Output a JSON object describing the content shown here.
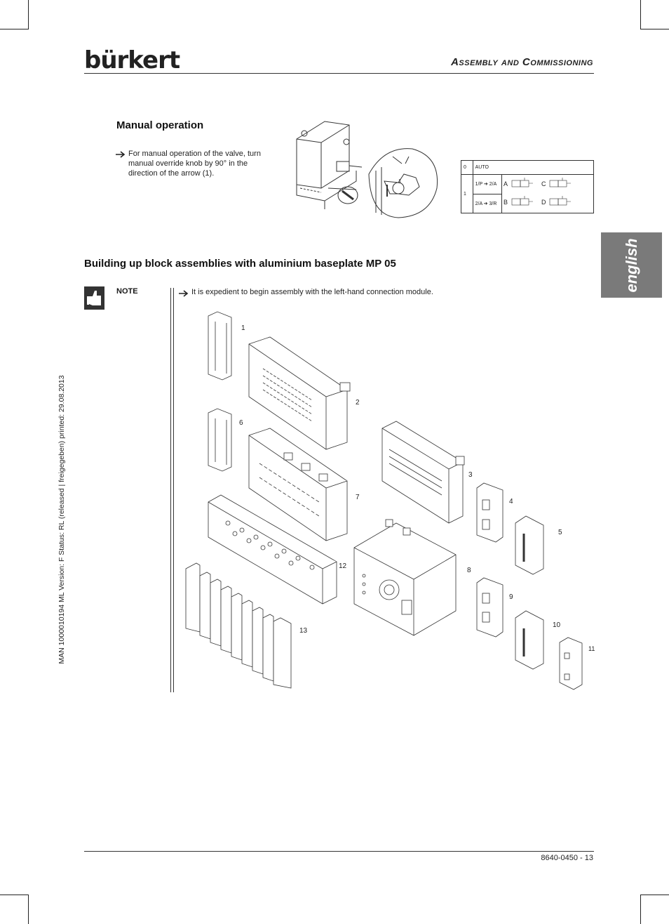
{
  "header": {
    "logo_text": "bürkert",
    "section_title": "Assembly and Commissioning"
  },
  "sidebar": {
    "language_tab": "english",
    "document_meta": "MAN  1000010194  ML  Version: F  Status: RL (released | freigegeben)  printed: 29.08.2013"
  },
  "manual_operation": {
    "heading": "Manual operation",
    "instruction_lines": [
      "For manual operation of the valve, turn",
      "manual override knob by 90° in the",
      "direction of the arrow (1)."
    ],
    "callout": "1",
    "table": {
      "row0": {
        "key": "0",
        "value": "AUTO"
      },
      "row1_key": "1",
      "row1a": {
        "flow": "1/P ➔  2/A"
      },
      "row1b": {
        "flow": "2/A ➔  3/R"
      },
      "variants": [
        "A",
        "C",
        "B",
        "D"
      ]
    }
  },
  "block_assembly": {
    "heading": "Building up block assemblies with aluminium baseplate MP 05",
    "note_label": "NOTE",
    "note_text": "It is expedient to begin assembly with the left-hand connection module.",
    "part_numbers": [
      "1",
      "2",
      "3",
      "4",
      "5",
      "6",
      "7",
      "8",
      "9",
      "10",
      "11",
      "12",
      "13"
    ]
  },
  "footer": {
    "page_ref": "8640-0450  -  13"
  },
  "icons": {
    "arrow": "right-arrow-icon",
    "note": "thumbs-up-hand-icon"
  }
}
